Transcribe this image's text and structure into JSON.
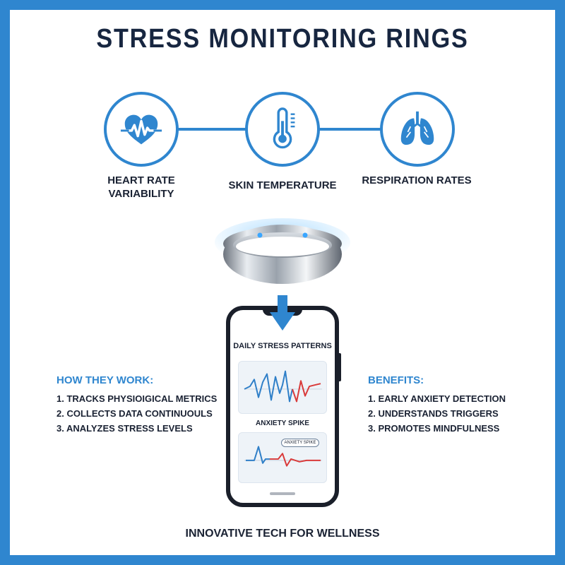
{
  "title": "STRESS MONITORING RINGS",
  "metrics": [
    {
      "icon": "heart-pulse-icon",
      "label": "HEART RATE VARIABILITY"
    },
    {
      "icon": "thermometer-icon",
      "label": "SKIN TEMPERATURE"
    },
    {
      "icon": "lungs-icon",
      "label": "RESPIRATION RATES"
    }
  ],
  "phone": {
    "screen_title": "DAILY STRESS PATTERNS",
    "spike_label": "ANXIETY SPIKE",
    "spike_badge": "ANXIETY SPIKE"
  },
  "how_they_work": {
    "title": "HOW THEY WORK:",
    "items": [
      "1. TRACKS PHYSIOIGICAL METRICS",
      "2. COLLECTS DATA CONTINUOULS",
      "3. ANALYZES STRESS LEVELS"
    ]
  },
  "benefits": {
    "title": "BENEFITS:",
    "items": [
      "1. EARLY ANXIETY DETECTION",
      "2. UNDERSTANDS TRIGGERS",
      "3. PROMOTES MINDFULNESS"
    ]
  },
  "footer": "INNOVATIVE TECH FOR WELLNESS",
  "colors": {
    "accent": "#2f86cf",
    "dark": "#172640",
    "wave_blue": "#2f7fc8",
    "wave_red": "#d93a3a"
  }
}
